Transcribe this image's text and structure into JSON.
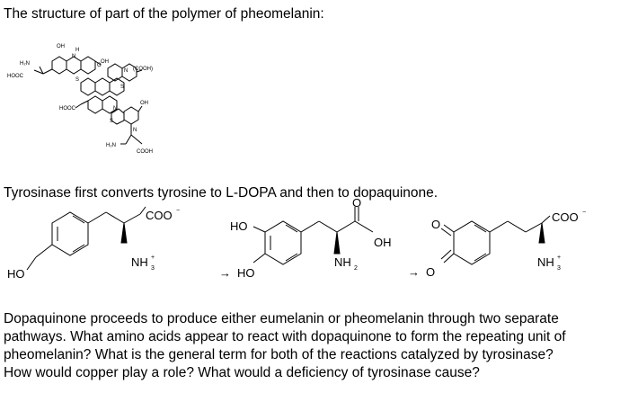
{
  "heading": "The structure of part of the polymer of pheomelanin:",
  "intro": "Tyrosinase first converts tyrosine to L-DOPA and then to dopaquinone.",
  "paragraph_lines": [
    "Dopaquinone proceeds to produce either eumelanin or pheomelanin through two separate",
    "pathways. What amino acids appear to react with dopaquinone to form the repeating unit of",
    "pheomelanin? What is the general term for both of the reactions catalyzed by tyrosinase?",
    "How would copper play a role? What would a deficiency of tyrosinase cause?"
  ],
  "polymer_labels": {
    "oh_top": "OH",
    "h": "H",
    "n_top": "N",
    "h2n": "H₂N",
    "o": "O",
    "oh_mid": "OH",
    "cooh_paren": "(COOH)",
    "hooc_left": "HOOC",
    "s1": "S",
    "s2": "S",
    "n_mid": "N",
    "hooc_mid": "HOOC",
    "n_low": "N",
    "oh_low": "OH",
    "s3": "S",
    "n_bottom": "N",
    "h2n_bottom": "H₂N",
    "cooh_bottom": "COOH"
  },
  "tyrosine": {
    "coo": "COO",
    "nh3": "NH",
    "ho": "HO"
  },
  "dopa": {
    "ho_top": "HO",
    "ho_bottom": "HO",
    "o": "O",
    "oh": "OH",
    "nh2": "NH"
  },
  "dopaquinone": {
    "o_top": "O",
    "o_bottom": "O",
    "coo": "COO",
    "nh3": "NH"
  },
  "arrows": [
    "→",
    "→"
  ]
}
